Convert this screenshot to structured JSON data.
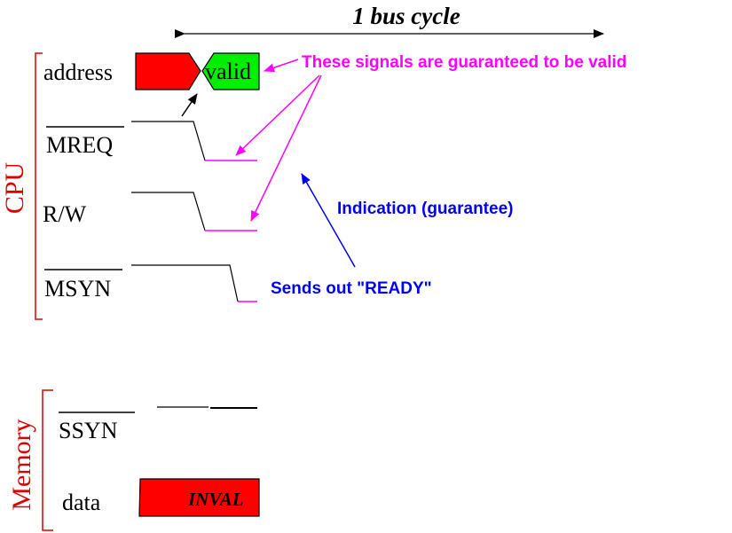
{
  "title": "1 bus cycle",
  "groups": {
    "cpu": "CPU",
    "memory": "Memory"
  },
  "signals": {
    "address": "address",
    "mreq": "MREQ",
    "rw": "R/W",
    "msyn": "MSYN",
    "ssyn": "SSYN",
    "data": "data"
  },
  "states": {
    "address_valid": "valid",
    "data_invalid": "INVAL"
  },
  "annotations": {
    "guaranteed": "These signals are guaranteed to be valid",
    "indication": "Indication (guarantee)",
    "ready": "Sends out \"READY\""
  },
  "colors": {
    "group_label": "#dd0000",
    "annotation_magenta": "#ff00ff",
    "annotation_blue": "#0000ff",
    "invalid_fill": "#ff0000",
    "valid_fill": "#00ee00"
  }
}
